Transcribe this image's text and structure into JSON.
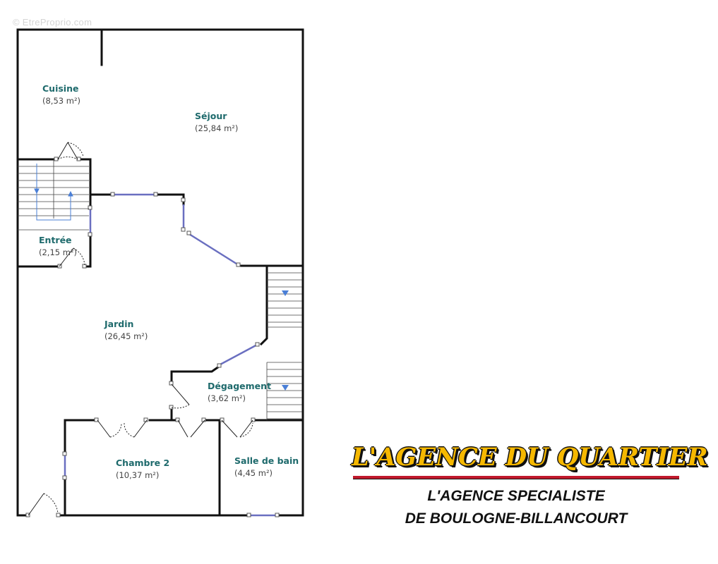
{
  "watermark": "© EtreProprio.com",
  "rooms": [
    {
      "name": "Cuisine",
      "area": "(8,53 m²)"
    },
    {
      "name": "Séjour",
      "area": "(25,84 m²)"
    },
    {
      "name": "Entrée",
      "area": "(2,15 m²)"
    },
    {
      "name": "Jardin",
      "area": "(26,45 m²)"
    },
    {
      "name": "Dégagement",
      "area": "(3,62 m²)"
    },
    {
      "name": "Chambre 2",
      "area": "(10,37 m²)"
    },
    {
      "name": "Salle de bain",
      "area": "(4,45 m²)"
    }
  ],
  "logo": {
    "brand": "L'AGENCE DU QUARTIER",
    "tagline_1": "L'AGENCE SPECIALISTE",
    "tagline_2": "DE BOULOGNE-BILLANCOURT"
  },
  "colors": {
    "wall": "#111111",
    "window": "#6a6fc0",
    "label": "#1e6a6c",
    "brand_fill": "#f6b800",
    "brand_rule": "#c0192c"
  }
}
